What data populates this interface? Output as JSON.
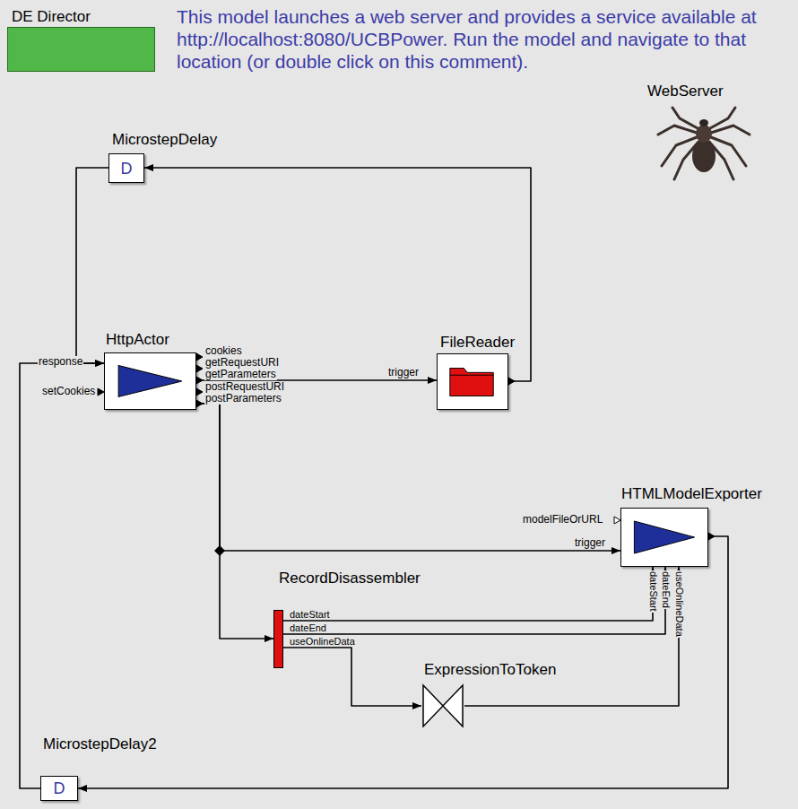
{
  "diagram": {
    "nodes": [
      {
        "text": [
          "DE Director"
        ]
      },
      {
        "text": [
          "MicrostepDelay",
          "D"
        ]
      },
      {
        "text": [
          "HttpActor"
        ]
      },
      {
        "text": [
          "FileReader"
        ]
      },
      {
        "text": [
          "HTMLModelExporter"
        ]
      },
      {
        "text": [
          "RecordDisassembler"
        ]
      },
      {
        "text": [
          "ExpressionToToken"
        ]
      },
      {
        "text": [
          "MicrostepDelay2",
          "D"
        ]
      }
    ],
    "edges": [
      {
        "from": 2,
        "to": 3,
        "arrow": "to"
      },
      {
        "from": 3,
        "to": 1,
        "arrow": "to"
      },
      {
        "from": 1,
        "to": 2,
        "arrow": "to"
      },
      {
        "from": 2,
        "to": 4,
        "arrow": "to"
      },
      {
        "from": 2,
        "to": 5,
        "arrow": "to"
      },
      {
        "from": 5,
        "to": 4,
        "arrow": "to"
      },
      {
        "from": 5,
        "to": 4,
        "arrow": "to"
      },
      {
        "from": 5,
        "to": 6,
        "arrow": "to"
      },
      {
        "from": 6,
        "to": 4,
        "arrow": "to"
      },
      {
        "from": 4,
        "to": 7,
        "arrow": "to"
      },
      {
        "from": 7,
        "to": 2,
        "arrow": "to"
      }
    ],
    "labels": [
      "This model launches a web server and provides a service available at http://localhost:8080/UCBPower. Run the model and navigate to that location (or double click on this comment).",
      "WebServer",
      "response",
      "setCookies",
      "cookies",
      "getRequestURI",
      "getParameters",
      "postRequestURI",
      "postParameters",
      "trigger",
      "modelFileOrURL",
      "trigger",
      "dateStart",
      "dateEnd",
      "useOnlineData",
      "dateStart",
      "dateEnd",
      "useOnlineData"
    ]
  }
}
